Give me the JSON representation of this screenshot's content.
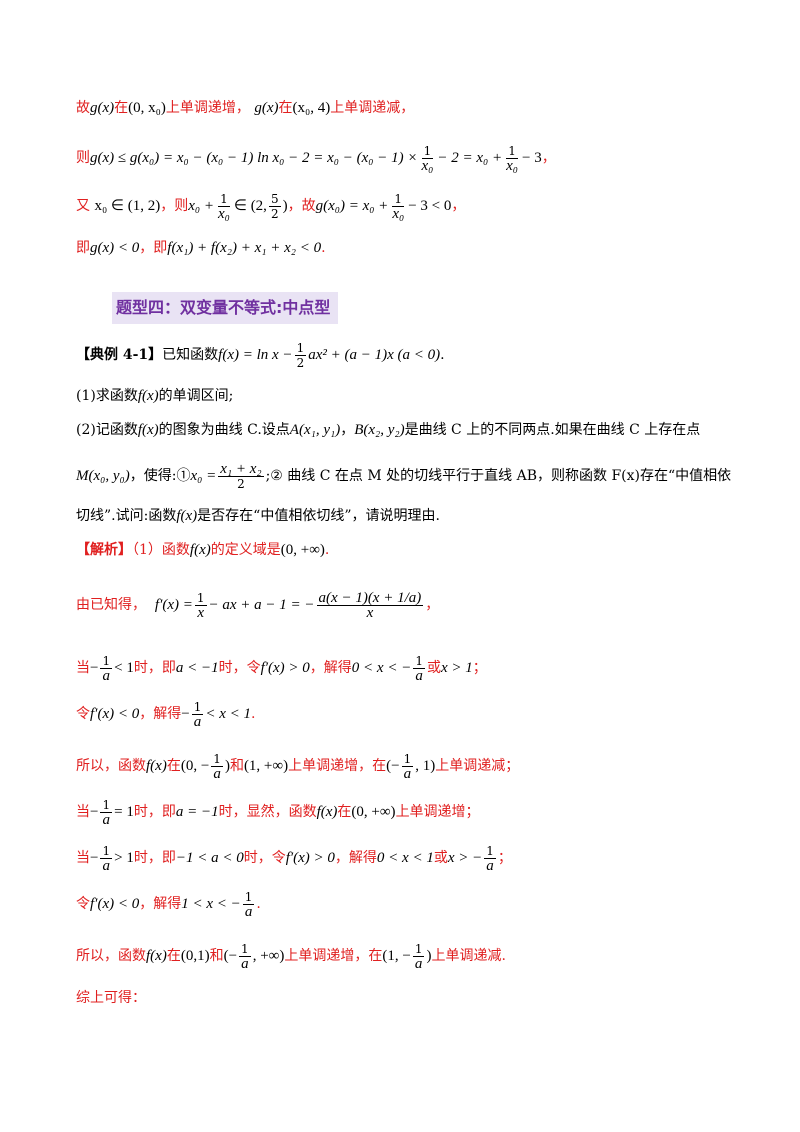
{
  "top": {
    "line1": {
      "a": "故",
      "b": "g(x)",
      "c": "在",
      "d": "(0, x₀)",
      "e": "上单调递增，",
      "f": "g(x)",
      "g": "在",
      "h": "(x₀, 4)",
      "i": "上单调递减，"
    },
    "line2": {
      "a": "则",
      "b": "g(x) ≤ g(x₀) = x₀ − (x₀ − 1) ln x₀ − 2 = x₀ − (x₀ − 1) ×",
      "f1n": "1",
      "f1d": "x₀",
      "c": "− 2 = x₀ +",
      "f2n": "1",
      "f2d": "x₀",
      "d": "− 3",
      "e": "，"
    },
    "line3": {
      "a": "又",
      "b": "x₀ ∈ (1, 2)",
      "c": "，则",
      "d": "x₀ +",
      "f1n": "1",
      "f1d": "x₀",
      "e": "∈ (2,",
      "f2n": "5",
      "f2d": "2",
      "f": ")",
      "g": "，故",
      "h": "g(x₀) = x₀ +",
      "f3n": "1",
      "f3d": "x₀",
      "i": "− 3 < 0",
      "j": "，"
    },
    "line4": {
      "a": "即",
      "b": "g(x) < 0",
      "c": "，即",
      "d": "f(x₁) + f(x₂) + x₁ + x₂ < 0",
      "e": "."
    }
  },
  "heading": "题型四：双变量不等式:中点型",
  "example": {
    "line1": {
      "tag": "【典例 4-1】",
      "a": "已知函数",
      "b": "f(x) = ln x −",
      "fn": "1",
      "fd": "2",
      "c": "ax² + (a − 1)x (a < 0)",
      "d": "."
    },
    "q1": {
      "a": "(1)求函数",
      "b": "f(x)",
      "c": "的单调区间;"
    },
    "q2": {
      "a": "(2)记函数",
      "b": "f(x)",
      "c": "的图象为曲线 C.设点",
      "d": "A(x₁, y₁)",
      "e": "，",
      "f": "B(x₂, y₂)",
      "g": "是曲线 C 上的不同两点.如果在曲线 C 上存在点"
    },
    "q3": {
      "a": "M(x₀, y₀)",
      "b": "，使得:①",
      "c": "x₀ =",
      "fn": "x₁ + x₂",
      "fd": "2",
      "d": ";② 曲线 C 在点 M 处的切线平行于直线 AB，则称函数 F(x)存在“中值相依"
    },
    "q4": {
      "a": "切线”.试问:函数",
      "b": "f(x)",
      "c": "是否存在“中值相依切线”，请说明理由."
    }
  },
  "solution": {
    "s1": {
      "tag": "【解析】",
      "a": "（1）函数",
      "b": "f(x)",
      "c": "的定义域是",
      "d": "(0, +∞)",
      "e": "."
    },
    "s2": {
      "a": "由已知得，",
      "b": "f′(x) =",
      "f1n": "1",
      "f1d": "x",
      "c": "− ax + a − 1 = −",
      "f2n": "a(x − 1)(x + 1/a)",
      "f2d": "x",
      "d": "，"
    },
    "s3": {
      "a": "当",
      "f1": "−",
      "f1n": "1",
      "f1d": "a",
      "b": "< 1",
      "c": "时，即",
      "d": "a < −1",
      "e": "时，令",
      "f": "f′(x) > 0",
      "g": "，解得",
      "h": "0 < x < −",
      "f2n": "1",
      "f2d": "a",
      "i": "或",
      "j": "x > 1",
      "k": "；"
    },
    "s4": {
      "a": "令",
      "b": "f′(x) < 0",
      "c": "，解得",
      "d": "−",
      "fn": "1",
      "fd": "a",
      "e": "< x < 1",
      "f": "."
    },
    "s5": {
      "a": "所以，函数",
      "b": "f(x)",
      "c": "在",
      "d": "(0, −",
      "f1n": "1",
      "f1d": "a",
      "e": ")",
      "f": "和",
      "g": "(1, +∞)",
      "h": "上单调递增，在",
      "i": "(−",
      "f2n": "1",
      "f2d": "a",
      "j": ", 1)",
      "k": "上单调递减；"
    },
    "s6": {
      "a": "当",
      "b": "−",
      "fn": "1",
      "fd": "a",
      "c": "= 1",
      "d": "时，即",
      "e": "a = −1",
      "f": "时，显然，函数",
      "g": "f(x)",
      "h": "在",
      "i": "(0, +∞)",
      "j": "上单调递增；"
    },
    "s7": {
      "a": "当",
      "b": "−",
      "f1n": "1",
      "f1d": "a",
      "c": "> 1",
      "d": "时，即",
      "e": "−1 < a < 0",
      "f": "时，令",
      "g": "f′(x) > 0",
      "h": "，解得",
      "i": "0 < x < 1",
      "j": "或",
      "k": "x > −",
      "f2n": "1",
      "f2d": "a",
      "l": "；"
    },
    "s8": {
      "a": "令",
      "b": "f′(x) < 0",
      "c": "，解得",
      "d": "1 < x < −",
      "fn": "1",
      "fd": "a",
      "e": "."
    },
    "s9": {
      "a": "所以，函数",
      "b": "f(x)",
      "c": "在",
      "d": "(0,1)",
      "e": "和",
      "f": "(−",
      "f1n": "1",
      "f1d": "a",
      "g": ", +∞)",
      "h": "上单调递增，在",
      "i": "(1, −",
      "f2n": "1",
      "f2d": "a",
      "j": ")",
      "k": "上单调递减."
    },
    "s10": {
      "a": "综上可得："
    }
  }
}
